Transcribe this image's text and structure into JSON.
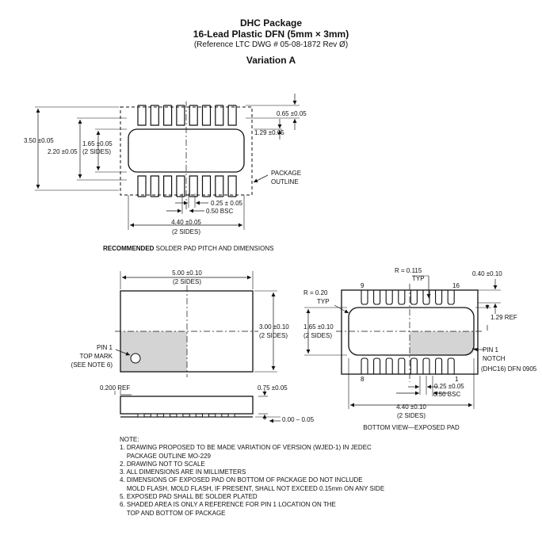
{
  "header": {
    "title": "DHC Package",
    "subtitle": "16-Lead Plastic DFN (5mm × 3mm)",
    "reference": "(Reference LTC DWG # 05-08-1872 Rev Ø)",
    "variation": "Variation A"
  },
  "recommended": {
    "caption_bold": "RECOMMENDED",
    "caption_rest": " SOLDER PAD PITCH AND DIMENSIONS",
    "dim_065": "0.65 ±0.05",
    "dim_129": "1.29 ±0.05",
    "dim_350": "3.50 ±0.05",
    "dim_220": "2.20 ±0.05",
    "dim_165": "1.65 ±0.05",
    "dim_165_sides": "(2 SIDES)",
    "package_outline_1": "PACKAGE",
    "package_outline_2": "OUTLINE",
    "dim_025": "0.25 ± 0.05",
    "dim_050": "0.50 BSC",
    "dim_440": "4.40 ±0.05",
    "dim_440_sides": "(2 SIDES)"
  },
  "top_view": {
    "dim_500": "5.00 ±0.10",
    "dim_500_sides": "(2 SIDES)",
    "dim_300": "3.00 ±0.10",
    "dim_300_sides": "(2 SIDES)",
    "pin1_1": "PIN 1",
    "pin1_2": "TOP MARK",
    "pin1_3": "(SEE NOTE 6)"
  },
  "side_view": {
    "dim_0200": "0.200 REF",
    "dim_075": "0.75 ±0.05",
    "dim_000": "0.00 – 0.05"
  },
  "bottom_view": {
    "r0115_1": "R = 0.115",
    "r0115_2": "TYP",
    "dim_040": "0.40 ±0.10",
    "r020_1": "R = 0.20",
    "r020_2": "TYP",
    "pin_9": "9",
    "pin_16": "16",
    "pin_8": "8",
    "pin_1": "1",
    "dim_129ref": "1.29 REF",
    "dim_165": "1.65 ±0.10",
    "dim_165_sides": "(2 SIDES)",
    "notch_1": "PIN 1",
    "notch_2": "NOTCH",
    "drawing_code": "(DHC16) DFN 0905",
    "dim_025": "0.25 ±0.05",
    "dim_050": "0.50 BSC",
    "dim_440": "4.40 ±0.10",
    "dim_440_sides": "(2 SIDES)",
    "caption": "BOTTOM VIEW—EXPOSED PAD"
  },
  "notes": {
    "heading": "NOTE:",
    "lines": [
      "1. DRAWING PROPOSED TO BE MADE VARIATION OF VERSION (WJED-1) IN JEDEC",
      "    PACKAGE OUTLINE MO-229",
      "2. DRAWING NOT TO SCALE",
      "3. ALL DIMENSIONS ARE IN MILLIMETERS",
      "4. DIMENSIONS OF EXPOSED PAD ON BOTTOM OF PACKAGE DO NOT INCLUDE",
      "    MOLD FLASH. MOLD FLASH, IF PRESENT, SHALL NOT EXCEED 0.15mm ON ANY SIDE",
      "5. EXPOSED PAD SHALL BE SOLDER PLATED",
      "6. SHADED AREA IS ONLY A REFERENCE FOR PIN 1 LOCATION ON THE",
      "    TOP AND BOTTOM OF PACKAGE"
    ]
  },
  "colors": {
    "shade": "#d4d4d4",
    "line": "#111111"
  }
}
